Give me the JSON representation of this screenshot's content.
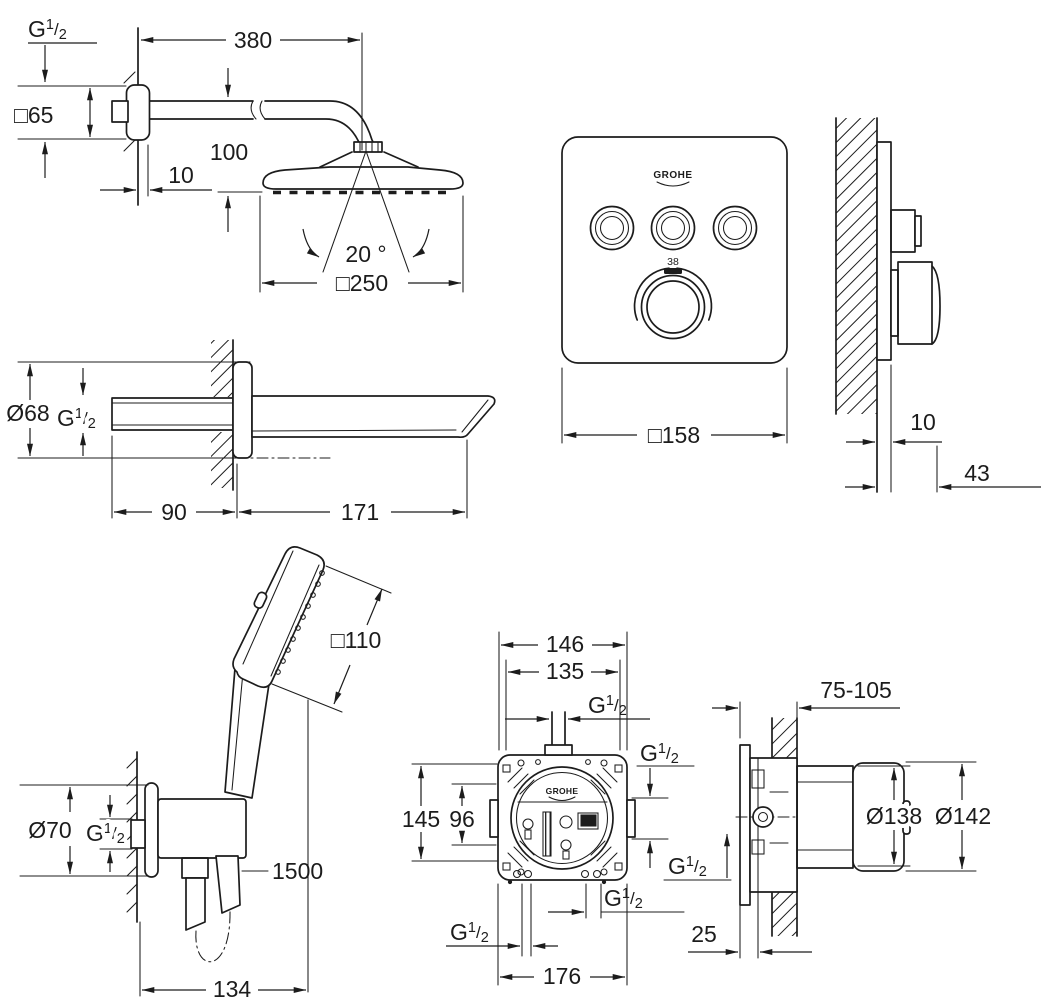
{
  "page": {
    "background": "#ffffff",
    "ink": "#1c1c1c"
  },
  "brand": {
    "logo_text": "GROHE"
  },
  "thread": {
    "letter": "G",
    "numerator": "1",
    "slash": "/",
    "denominator": "2"
  },
  "head_shower": {
    "arm_length": "380",
    "flange_size": "□65",
    "drop_height": "100",
    "wall_gap": "10",
    "spray_angle": "20 °",
    "head_size": "□250"
  },
  "smartcontrol": {
    "temp_mark": "38",
    "plate_size": "□158",
    "plate_offset": "10",
    "total_depth": "43"
  },
  "bath_spout": {
    "diameter": "Ø68",
    "inlet_length": "90",
    "spout_length": "171"
  },
  "hand_shower": {
    "head_size": "□110",
    "holder_diameter": "Ø70",
    "hose_length": "1500",
    "holder_width": "134"
  },
  "rough_in": {
    "outer_width": "146",
    "inner_width": "135",
    "height": "145",
    "port_spacing": "96",
    "bottom_width": "176",
    "depth_range": "75-105",
    "body_diameter": "Ø138",
    "cover_diameter": "Ø142",
    "plate_offset": "25"
  }
}
